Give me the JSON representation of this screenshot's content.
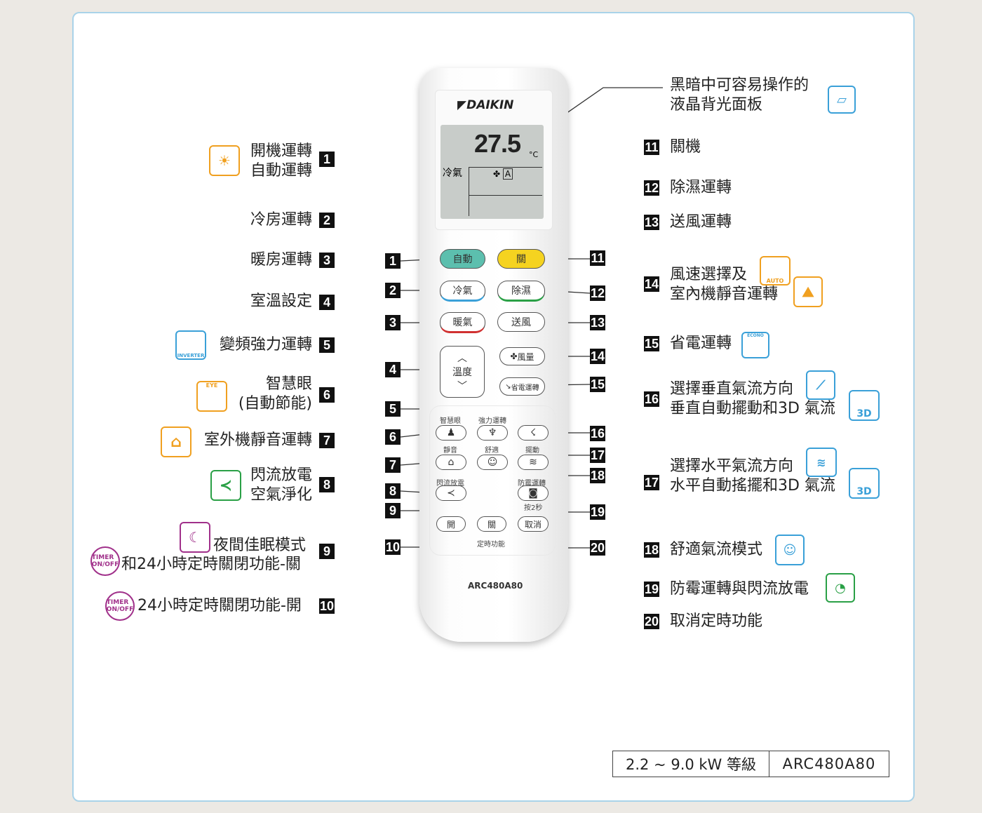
{
  "remote": {
    "brand": "DAIKIN",
    "model": "ARC480A80",
    "lcd": {
      "temp": "27.5",
      "unit": "°C",
      "mode": "冷氣",
      "fan": "A"
    },
    "buttons": {
      "auto": "自動",
      "off": "關",
      "cool": "冷氣",
      "dry": "除濕",
      "heat": "暖氣",
      "fan": "送風",
      "temp": "溫度",
      "fan_speed": "風量",
      "econo": "省電運轉",
      "intelligent_eye": "智慧眼",
      "powerful": "強力運轉",
      "quiet": "靜音",
      "comfort": "舒適",
      "swing": "擺動",
      "streamer": "閃流放電",
      "mold_proof": "防霉運轉",
      "press_2s": "按2秒",
      "timer_on": "開",
      "timer_off": "關",
      "timer_cancel": "取消",
      "timer_group": "定時功能"
    }
  },
  "callouts_left": [
    {
      "num": "1",
      "lines": [
        "開機運轉",
        "自動運轉"
      ]
    },
    {
      "num": "2",
      "lines": [
        "冷房運轉"
      ]
    },
    {
      "num": "3",
      "lines": [
        "暖房運轉"
      ]
    },
    {
      "num": "4",
      "lines": [
        "室溫設定"
      ]
    },
    {
      "num": "5",
      "lines": [
        "變頻強力運轉"
      ],
      "icon": "INVERTER"
    },
    {
      "num": "6",
      "lines": [
        "智慧眼",
        "(自動節能)"
      ],
      "icon": "EYE"
    },
    {
      "num": "7",
      "lines": [
        "室外機靜音運轉"
      ]
    },
    {
      "num": "8",
      "lines": [
        "閃流放電",
        "空氣淨化"
      ]
    },
    {
      "num": "9",
      "lines": [
        "夜間佳眠模式",
        "和24小時定時關閉功能-關"
      ],
      "icon": "TIMER ON/OFF"
    },
    {
      "num": "10",
      "lines": [
        "24小時定時關閉功能-開"
      ],
      "icon": "TIMER ON/OFF"
    }
  ],
  "callouts_right": [
    {
      "num": "",
      "lines": [
        "黑暗中可容易操作的",
        "液晶背光面板"
      ]
    },
    {
      "num": "11",
      "lines": [
        "關機"
      ]
    },
    {
      "num": "12",
      "lines": [
        "除濕運轉"
      ]
    },
    {
      "num": "13",
      "lines": [
        "送風運轉"
      ]
    },
    {
      "num": "14",
      "lines": [
        "風速選擇及",
        "室內機靜音運轉"
      ],
      "icon": "AUTO"
    },
    {
      "num": "15",
      "lines": [
        "省電運轉"
      ],
      "icon": "ECONO"
    },
    {
      "num": "16",
      "lines": [
        "選擇垂直氣流方向",
        "垂直自動擺動和3D 氣流"
      ],
      "icon": "3D"
    },
    {
      "num": "17",
      "lines": [
        "選擇水平氣流方向",
        "水平自動搖擺和3D 氣流"
      ],
      "icon": "3D"
    },
    {
      "num": "18",
      "lines": [
        "舒適氣流模式"
      ]
    },
    {
      "num": "19",
      "lines": [
        "防霉運轉與閃流放電"
      ]
    },
    {
      "num": "20",
      "lines": [
        "取消定時功能"
      ]
    }
  ],
  "spec": {
    "capacity": "2.2 ~ 9.0 kW 等級",
    "model": "ARC480A80"
  }
}
